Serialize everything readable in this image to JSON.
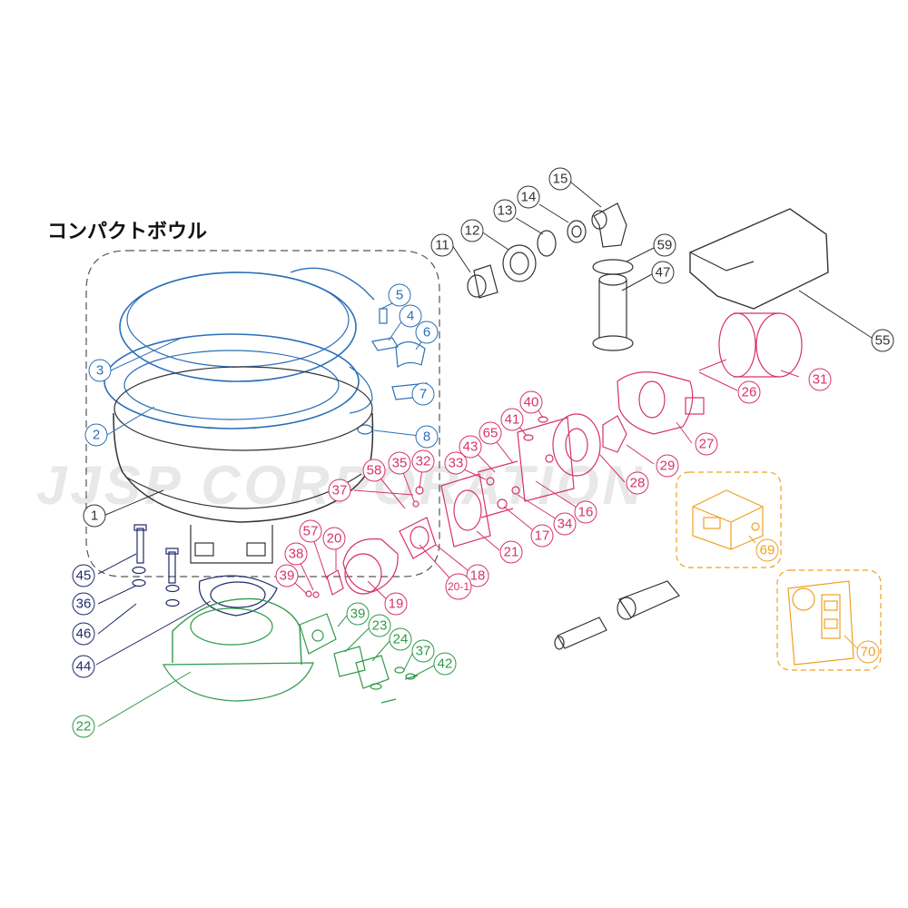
{
  "title": "コンパクトボウル",
  "watermark": "JJSP CORPORATION",
  "colors": {
    "blue": "#2a6fb8",
    "pink": "#d6336c",
    "green": "#2e9a4a",
    "navy": "#1f2a6b",
    "black": "#222222",
    "orange": "#f0a020"
  },
  "callouts": [
    {
      "id": "c3",
      "label": "3",
      "color": "blue"
    },
    {
      "id": "c2",
      "label": "2",
      "color": "blue"
    },
    {
      "id": "c1",
      "label": "1",
      "color": "black"
    },
    {
      "id": "c5",
      "label": "5",
      "color": "blue"
    },
    {
      "id": "c4",
      "label": "4",
      "color": "blue"
    },
    {
      "id": "c6",
      "label": "6",
      "color": "blue"
    },
    {
      "id": "c7",
      "label": "7",
      "color": "blue"
    },
    {
      "id": "c8",
      "label": "8",
      "color": "blue"
    },
    {
      "id": "c11",
      "label": "11",
      "color": "black"
    },
    {
      "id": "c12",
      "label": "12",
      "color": "black"
    },
    {
      "id": "c13",
      "label": "13",
      "color": "black"
    },
    {
      "id": "c14",
      "label": "14",
      "color": "black"
    },
    {
      "id": "c15",
      "label": "15",
      "color": "black"
    },
    {
      "id": "c59",
      "label": "59",
      "color": "black"
    },
    {
      "id": "c47",
      "label": "47",
      "color": "black"
    },
    {
      "id": "c55",
      "label": "55",
      "color": "black"
    },
    {
      "id": "c31",
      "label": "31",
      "color": "pink"
    },
    {
      "id": "c26",
      "label": "26",
      "color": "pink"
    },
    {
      "id": "c27",
      "label": "27",
      "color": "pink"
    },
    {
      "id": "c29",
      "label": "29",
      "color": "pink"
    },
    {
      "id": "c28",
      "label": "28",
      "color": "pink"
    },
    {
      "id": "c40",
      "label": "40",
      "color": "pink"
    },
    {
      "id": "c41",
      "label": "41",
      "color": "pink"
    },
    {
      "id": "c65",
      "label": "65",
      "color": "pink"
    },
    {
      "id": "c43",
      "label": "43",
      "color": "pink"
    },
    {
      "id": "c33",
      "label": "33",
      "color": "pink"
    },
    {
      "id": "c16",
      "label": "16",
      "color": "pink"
    },
    {
      "id": "c34",
      "label": "34",
      "color": "pink"
    },
    {
      "id": "c17",
      "label": "17",
      "color": "pink"
    },
    {
      "id": "c21",
      "label": "21",
      "color": "pink"
    },
    {
      "id": "c18",
      "label": "18",
      "color": "pink"
    },
    {
      "id": "c20-1",
      "label": "20-1",
      "color": "pink"
    },
    {
      "id": "c19",
      "label": "19",
      "color": "pink"
    },
    {
      "id": "c20",
      "label": "20",
      "color": "pink"
    },
    {
      "id": "c32",
      "label": "32",
      "color": "pink"
    },
    {
      "id": "c35",
      "label": "35",
      "color": "pink"
    },
    {
      "id": "c58",
      "label": "58",
      "color": "pink"
    },
    {
      "id": "c37a",
      "label": "37",
      "color": "pink"
    },
    {
      "id": "c57",
      "label": "57",
      "color": "pink"
    },
    {
      "id": "c38",
      "label": "38",
      "color": "pink"
    },
    {
      "id": "c39a",
      "label": "39",
      "color": "pink"
    },
    {
      "id": "c45",
      "label": "45",
      "color": "navy"
    },
    {
      "id": "c36",
      "label": "36",
      "color": "navy"
    },
    {
      "id": "c46",
      "label": "46",
      "color": "navy"
    },
    {
      "id": "c44",
      "label": "44",
      "color": "navy"
    },
    {
      "id": "c22",
      "label": "22",
      "color": "green"
    },
    {
      "id": "c39b",
      "label": "39",
      "color": "green"
    },
    {
      "id": "c23",
      "label": "23",
      "color": "green"
    },
    {
      "id": "c24",
      "label": "24",
      "color": "green"
    },
    {
      "id": "c37b",
      "label": "37",
      "color": "green"
    },
    {
      "id": "c42",
      "label": "42",
      "color": "green"
    },
    {
      "id": "c69",
      "label": "69",
      "color": "orange"
    },
    {
      "id": "c70",
      "label": "70",
      "color": "orange"
    }
  ]
}
